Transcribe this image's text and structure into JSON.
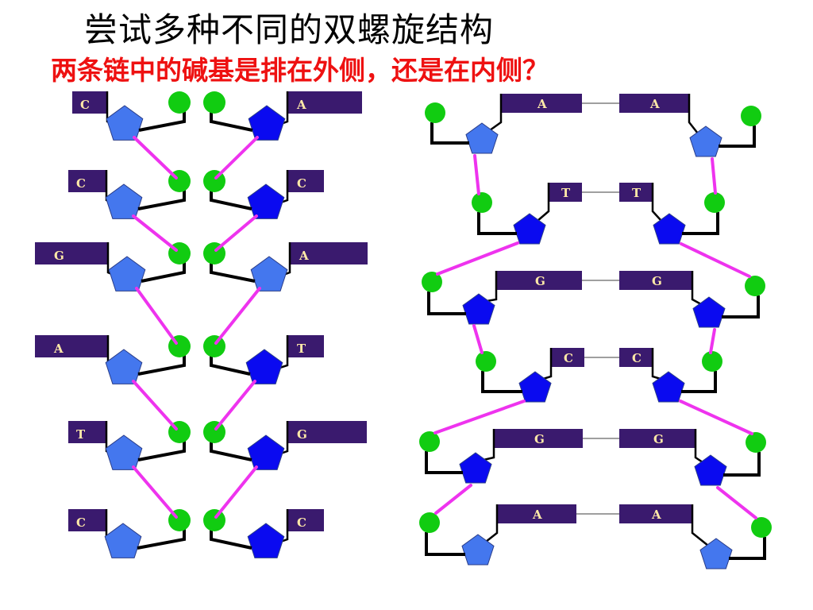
{
  "slide": {
    "title": "尝试多种不同的双螺旋结构",
    "question": "两条链中的碱基是排在外侧，还是在内侧？"
  },
  "colors": {
    "title": "#000000",
    "question": "#ee1111",
    "base_box": "#3a1a6e",
    "base_letter": "#ffe9a8",
    "phosphate": "#11cc11",
    "sugar_light": "#4477ee",
    "sugar_dark": "#0a0af0",
    "backbone_link": "#ee33ee",
    "bond_stick": "#000000"
  },
  "diagram_left": {
    "caption": "",
    "left_strand_bases": [
      "C",
      "C",
      "G",
      "A",
      "T",
      "C"
    ],
    "right_strand_bases": [
      "A",
      "C",
      "A",
      "T",
      "G",
      "C"
    ]
  },
  "diagram_right": {
    "caption": "",
    "base_pairs": [
      [
        "A",
        "A"
      ],
      [
        "T",
        "T"
      ],
      [
        "G",
        "G"
      ],
      [
        "C",
        "C"
      ],
      [
        "G",
        "G"
      ],
      [
        "A",
        "A"
      ]
    ]
  }
}
